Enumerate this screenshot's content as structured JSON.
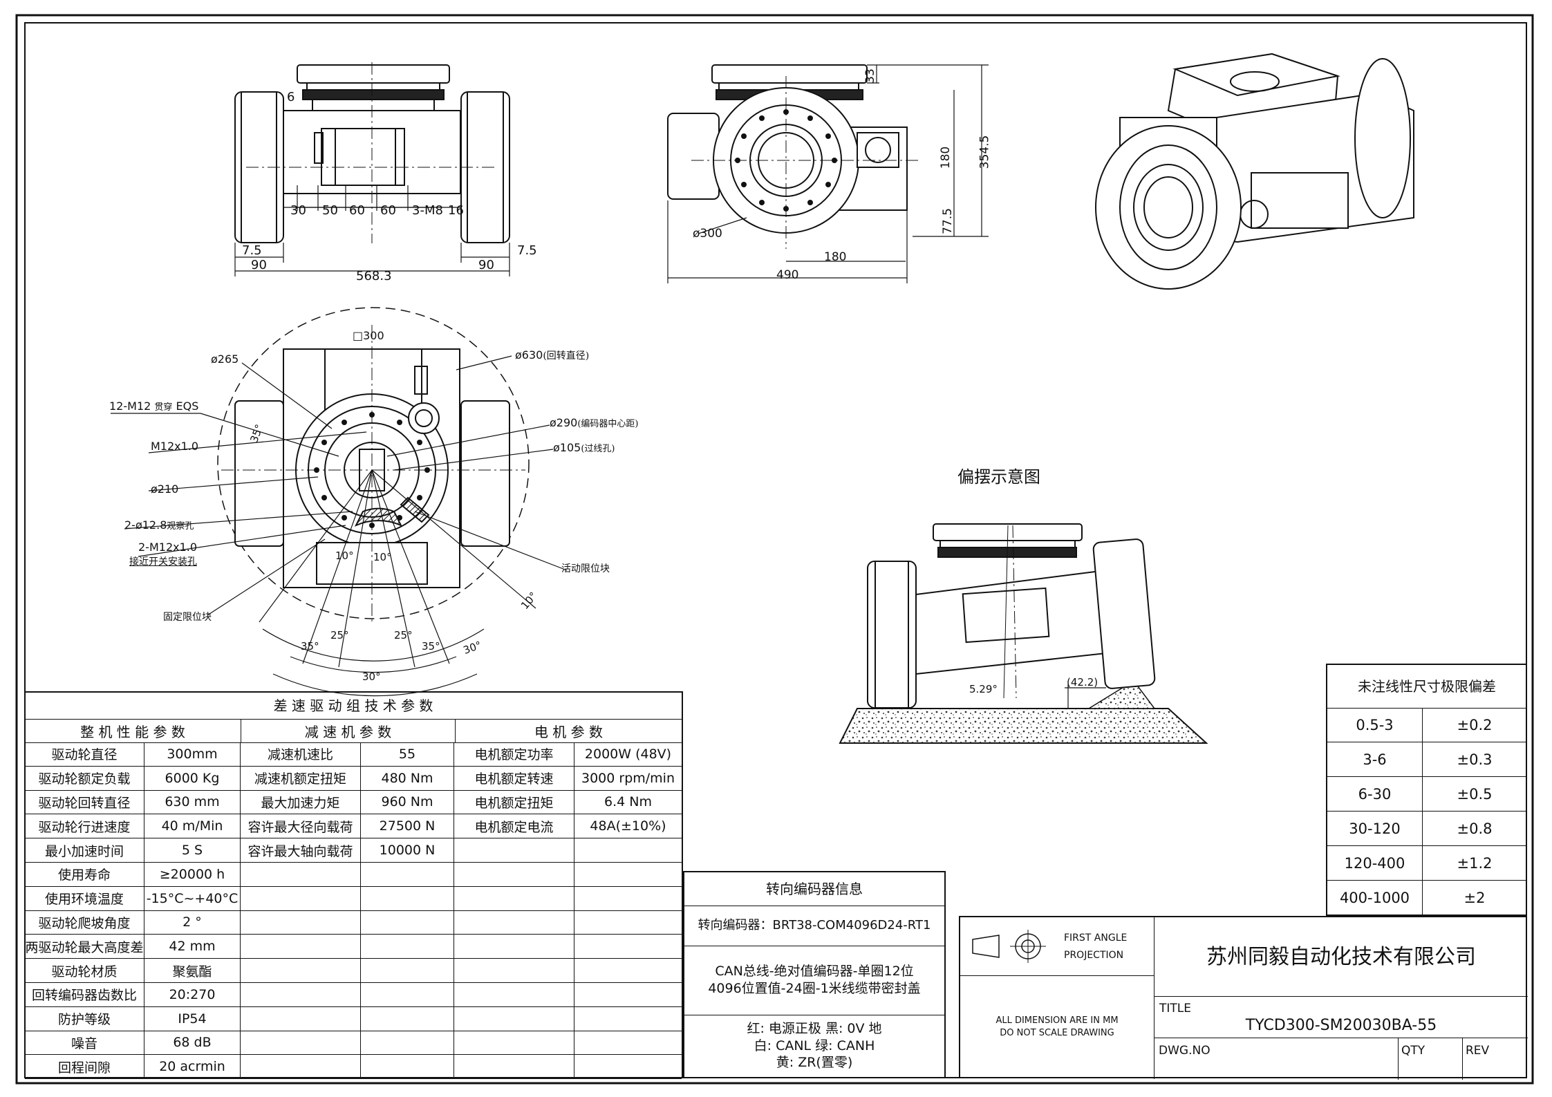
{
  "views": {
    "front": {
      "dims": [
        "6",
        "30",
        "50",
        "60",
        "60",
        "3-M8",
        "16",
        "7.5",
        "90",
        "568.3",
        "90",
        "7.5"
      ]
    },
    "side": {
      "dims": [
        "33",
        "354.5",
        "180",
        "77.5",
        "ø300",
        "180",
        "490"
      ]
    },
    "top": {
      "labels": {
        "square": "□300",
        "d630": "ø630",
        "d630_note": "(回转直径)",
        "d265": "ø265",
        "m12eqs": "12-M12",
        "m12eqs_note": "贯穿",
        "m12eqs_tail": "EQS",
        "d290": "ø290",
        "d290_note": "(编码器中心距)",
        "m12": "M12x1.0",
        "d105": "ø105",
        "d105_note": "(过线孔)",
        "d210": "ø210",
        "hole128": "2-ø12.8",
        "hole128_note": "观察孔",
        "m12b": "2-M12x1.0",
        "m12b_note": "接近开关安装孔",
        "active_stop": "活动限位块",
        "fixed_stop": "固定限位块",
        "a35": "35°",
        "a10a": "10°",
        "a10b": "10°",
        "a10c": "10°",
        "a25a": "25°",
        "a25b": "25°",
        "a35b": "35°",
        "a35c": "35°",
        "a30a": "30°",
        "a30b": "30°"
      }
    },
    "swing": {
      "title": "偏摆示意图",
      "angle": "5.29°",
      "dim": "(42.2)"
    }
  },
  "params": {
    "title": "差 速 驱 动 组 技 术 参 数",
    "headers": [
      "整 机 性 能 参 数",
      "减 速 机 参 数",
      "电 机 参 数"
    ],
    "rows": [
      [
        "驱动轮直径",
        "300mm",
        "减速机速比",
        "55",
        "电机额定功率",
        "2000W (48V)"
      ],
      [
        "驱动轮额定负载",
        "6000 Kg",
        "减速机额定扭矩",
        "480 Nm",
        "电机额定转速",
        "3000 rpm/min"
      ],
      [
        "驱动轮回转直径",
        "630 mm",
        "最大加速力矩",
        "960 Nm",
        "电机额定扭矩",
        "6.4 Nm"
      ],
      [
        "驱动轮行进速度",
        "40 m/Min",
        "容许最大径向载荷",
        "27500 N",
        "电机额定电流",
        "48A(±10%)"
      ],
      [
        "最小加速时间",
        "5 S",
        "容许最大轴向载荷",
        "10000 N",
        "",
        ""
      ],
      [
        "使用寿命",
        "≥20000 h",
        "",
        "",
        "",
        ""
      ],
      [
        "使用环境温度",
        "-15°C~+40°C",
        "",
        "",
        "",
        ""
      ],
      [
        "驱动轮爬坡角度",
        "2 °",
        "",
        "",
        "",
        ""
      ],
      [
        "两驱动轮最大高度差",
        "42 mm",
        "",
        "",
        "",
        ""
      ],
      [
        "驱动轮材质",
        "聚氨酯",
        "",
        "",
        "",
        ""
      ],
      [
        "回转编码器齿数比",
        "20:270",
        "",
        "",
        "",
        ""
      ],
      [
        "防护等级",
        "IP54",
        "",
        "",
        "",
        ""
      ],
      [
        "噪音",
        "68 dB",
        "",
        "",
        "",
        ""
      ],
      [
        "回程间隙",
        "20 acrmin",
        "",
        "",
        "",
        ""
      ]
    ]
  },
  "encoder": {
    "title": "转向编码器信息",
    "model": "转向编码器：BRT38-COM4096D24-RT1",
    "desc1": "CAN总线-绝对值编码器-单圈12位",
    "desc2": "4096位置值-24圈-1米线缆带密封盖",
    "wire1": "红: 电源正极 黑: 0V 地",
    "wire2": "白: CANL 绿: CANH",
    "wire3": "黄: ZR(置零)"
  },
  "tolerance": {
    "title": "未注线性尺寸极限偏差",
    "rows": [
      [
        "0.5-3",
        "±0.2"
      ],
      [
        "3-6",
        "±0.3"
      ],
      [
        "6-30",
        "±0.5"
      ],
      [
        "30-120",
        "±0.8"
      ],
      [
        "120-400",
        "±1.2"
      ],
      [
        "400-1000",
        "±2"
      ]
    ]
  },
  "titleblock": {
    "projection1": "FIRST ANGLE",
    "projection2": "PROJECTION",
    "note1": "ALL DIMENSION ARE IN MM",
    "note2": "DO NOT SCALE DRAWING",
    "company": "苏州同毅自动化技术有限公司",
    "title_label": "TITLE",
    "title_value": "TYCD300-SM20030BA-55",
    "dwg_label": "DWG.NO",
    "qty_label": "QTY",
    "rev_label": "REV"
  }
}
